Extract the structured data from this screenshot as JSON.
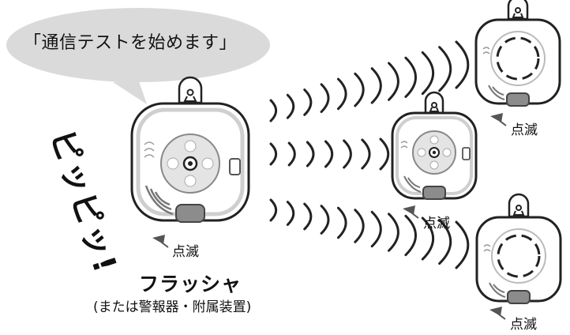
{
  "speech_bubble": {
    "text": "「通信テストを始めます」"
  },
  "sound_effect": {
    "text": "ピッピッ!"
  },
  "main_device": {
    "label": "フラッシャ",
    "sublabel": "(または警報器・附属装置)",
    "blink_label": "点滅"
  },
  "receivers": [
    {
      "blink_label": "点滅"
    },
    {
      "blink_label": "点滅"
    },
    {
      "blink_label": "点滅"
    }
  ],
  "colors": {
    "bubble": "#dadada",
    "device_body": "#ffffff",
    "device_outline": "#222222",
    "button_gray": "#8c8c8c",
    "wave": "#222222"
  },
  "icons": [
    "speech-bubble",
    "flasher-device",
    "smoke-alarm-device",
    "signal-wave",
    "blink-indicator"
  ]
}
